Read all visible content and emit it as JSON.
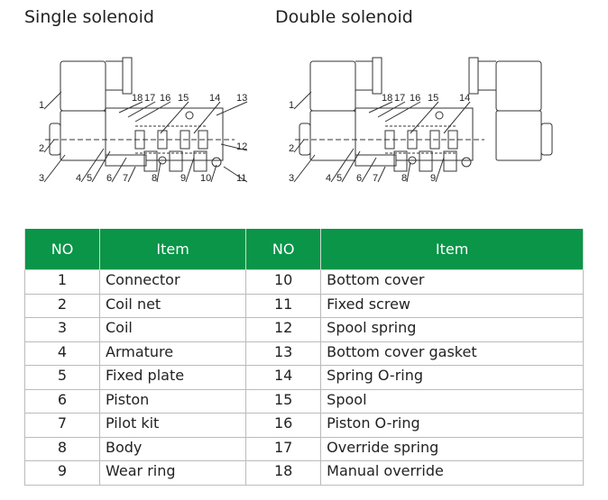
{
  "titles": {
    "single": "Single solenoid",
    "double": "Double solenoid"
  },
  "single_callouts": [
    "1",
    "2",
    "3",
    "4",
    "5",
    "6",
    "7",
    "8",
    "9",
    "10",
    "11",
    "12",
    "13",
    "14",
    "15",
    "16",
    "17",
    "18"
  ],
  "double_callouts": [
    "1",
    "2",
    "3",
    "4",
    "5",
    "6",
    "7",
    "8",
    "9",
    "14",
    "15",
    "16",
    "17",
    "18"
  ],
  "table": {
    "headers": [
      "NO",
      "Item",
      "NO",
      "Item"
    ],
    "rows": [
      [
        "1",
        "Connector",
        "10",
        "Bottom cover"
      ],
      [
        "2",
        "Coil net",
        "11",
        "Fixed screw"
      ],
      [
        "3",
        "Coil",
        "12",
        "Spool spring"
      ],
      [
        "4",
        "Armature",
        "13",
        "Bottom cover gasket"
      ],
      [
        "5",
        "Fixed plate",
        "14",
        "Spring O-ring"
      ],
      [
        "6",
        "Piston",
        "15",
        "Spool"
      ],
      [
        "7",
        "Pilot kit",
        "16",
        "Piston O-ring"
      ],
      [
        "8",
        "Body",
        "17",
        "Override spring"
      ],
      [
        "9",
        "Wear ring",
        "18",
        "Manual override"
      ]
    ]
  },
  "colors": {
    "header": "#0a9548"
  }
}
